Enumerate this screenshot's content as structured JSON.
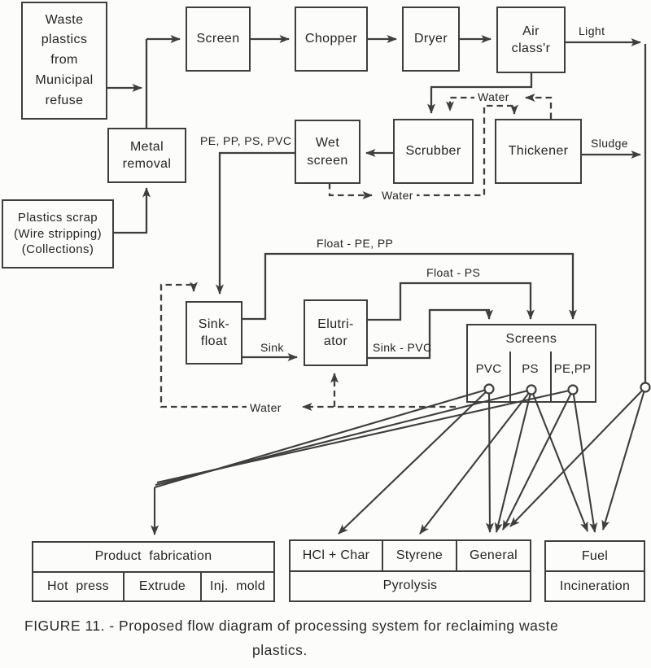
{
  "colors": {
    "ink": "#3e3e3e",
    "paper": "#fcfcfa"
  },
  "boxes": {
    "waste_plastics": "Waste\nplastics\nfrom\nMunicipal\nrefuse",
    "screen": "Screen",
    "chopper": "Chopper",
    "dryer": "Dryer",
    "air_classifier": "Air\nclass'r",
    "metal_removal": "Metal\nremoval",
    "plastics_scrap": "Plastics scrap\n(Wire stripping)\n(Collections)",
    "wet_screen": "Wet\nscreen",
    "scrubber": "Scrubber",
    "thickener": "Thickener",
    "sink_float": "Sink-\nfloat",
    "elutriator": "Elutri-\nator",
    "screens": {
      "title": "Screens",
      "compartments": [
        "PVC",
        "PS",
        "PE,PP"
      ]
    },
    "product_fabrication": {
      "header": "Product  fabrication",
      "cells": [
        "Hot  press",
        "Extrude",
        "Inj.  mold"
      ]
    },
    "pyrolysis": {
      "cells": [
        "HCl + Char",
        "Styrene",
        "General"
      ],
      "footer": "Pyrolysis"
    },
    "fuel_incineration": {
      "top": "Fuel",
      "bottom": "Incineration"
    }
  },
  "flow_labels": {
    "light": "Light",
    "sludge": "Sludge",
    "water_top": "Water",
    "water_mid": "Water",
    "water_bottom": "Water",
    "pe_pp_ps_pvc": "PE, PP, PS, PVC",
    "float_pe_pp": "Float - PE, PP",
    "float_ps": "Float - PS",
    "sink": "Sink",
    "sink_pvc": "Sink - PVC"
  },
  "caption": {
    "line1": "FIGURE 11. - Proposed flow diagram of processing system for reclaiming waste",
    "line2": "plastics."
  }
}
